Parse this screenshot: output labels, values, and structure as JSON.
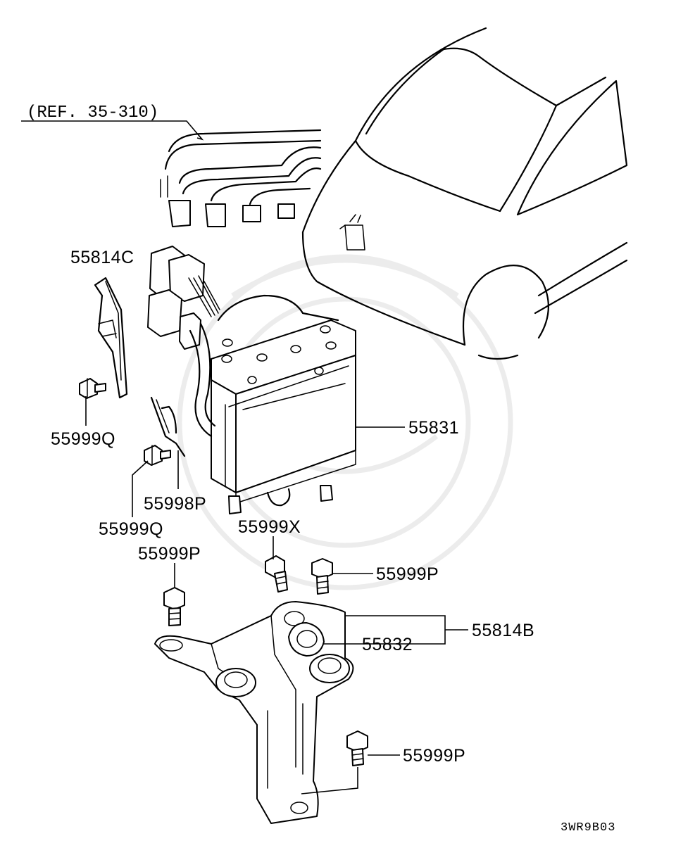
{
  "diagram": {
    "reference_label": "(REF. 35-310)",
    "drawing_code": "3WR9B03",
    "parts": {
      "p55814c": "55814C",
      "p55999q_top": "55999Q",
      "p55999q_bottom": "55999Q",
      "p55998p": "55998P",
      "p55831": "55831",
      "p55999x": "55999X",
      "p55999p_left": "55999P",
      "p55999p_right": "55999P",
      "p55814b": "55814B",
      "p55832": "55832",
      "p55999p_bottom": "55999P"
    }
  }
}
